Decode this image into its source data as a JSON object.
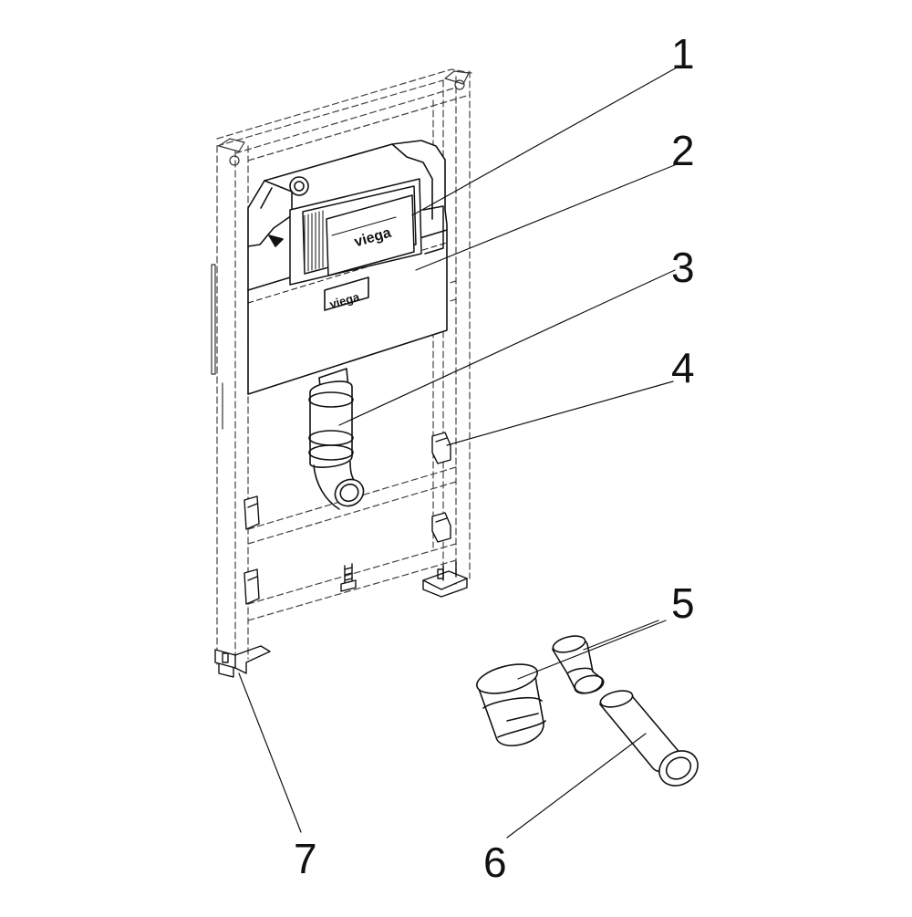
{
  "diagram": {
    "brand_label": "viega",
    "callouts": [
      {
        "id": "1",
        "label": "1"
      },
      {
        "id": "2",
        "label": "2"
      },
      {
        "id": "3",
        "label": "3"
      },
      {
        "id": "4",
        "label": "4"
      },
      {
        "id": "5",
        "label": "5"
      },
      {
        "id": "6",
        "label": "6"
      },
      {
        "id": "7",
        "label": "7"
      }
    ]
  },
  "colors": {
    "line": "#111111",
    "background": "#ffffff"
  }
}
